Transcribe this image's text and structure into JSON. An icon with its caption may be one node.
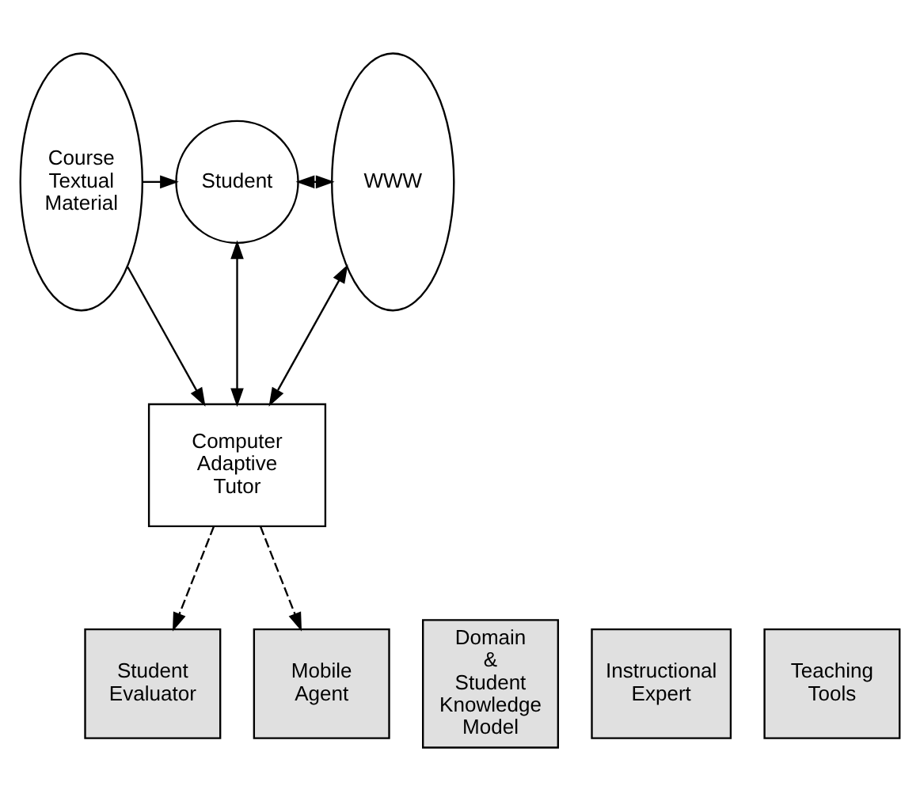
{
  "diagram": {
    "nodes": [
      {
        "text": [
          "Course Textual Material"
        ]
      },
      {
        "text": [
          "Student"
        ]
      },
      {
        "text": [
          "WWW"
        ]
      },
      {
        "text": [
          "Computer Adaptive Tutor"
        ]
      },
      {
        "text": [
          "Student Evaluator"
        ]
      },
      {
        "text": [
          "Domain & Student Knowledge Model"
        ]
      },
      {
        "text": [
          "Instructional Expert"
        ]
      },
      {
        "text": [
          "Teaching Tools"
        ]
      },
      {
        "text": [
          "Mobile Agent"
        ]
      }
    ],
    "edges": [
      {
        "from": 0,
        "to": 1,
        "arrow": "to"
      },
      {
        "from": 0,
        "to": 3,
        "arrow": "to"
      },
      {
        "from": 1,
        "to": 3,
        "arrow": "both"
      },
      {
        "from": 1,
        "to": 2,
        "arrow": "both"
      },
      {
        "from": 2,
        "to": 3,
        "arrow": "both"
      },
      {
        "from": 3,
        "to": 4,
        "arrow": "to",
        "style": "dashed"
      },
      {
        "from": 3,
        "to": 8,
        "arrow": "to",
        "style": "dashed"
      }
    ]
  }
}
